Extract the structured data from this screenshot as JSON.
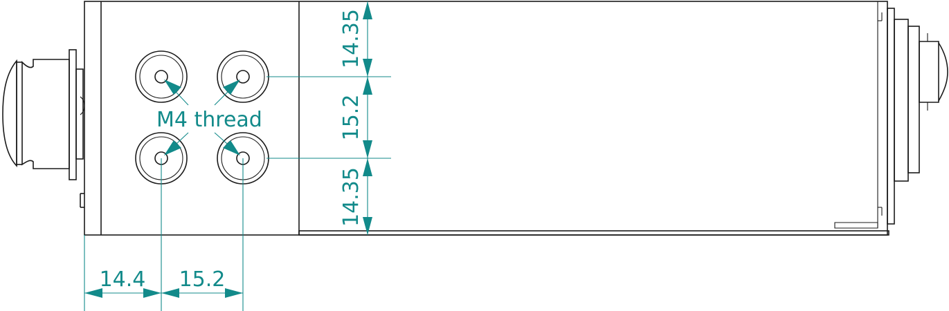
{
  "drawing": {
    "callout_label": "M4 thread",
    "dims_vertical": [
      "14.35",
      "15.2",
      "14.35"
    ],
    "dims_horizontal": [
      "14.4",
      "15.2"
    ],
    "colors": {
      "outline": "#1a1a1a",
      "dimension": "#128a8a",
      "background": "#ffffff"
    }
  }
}
